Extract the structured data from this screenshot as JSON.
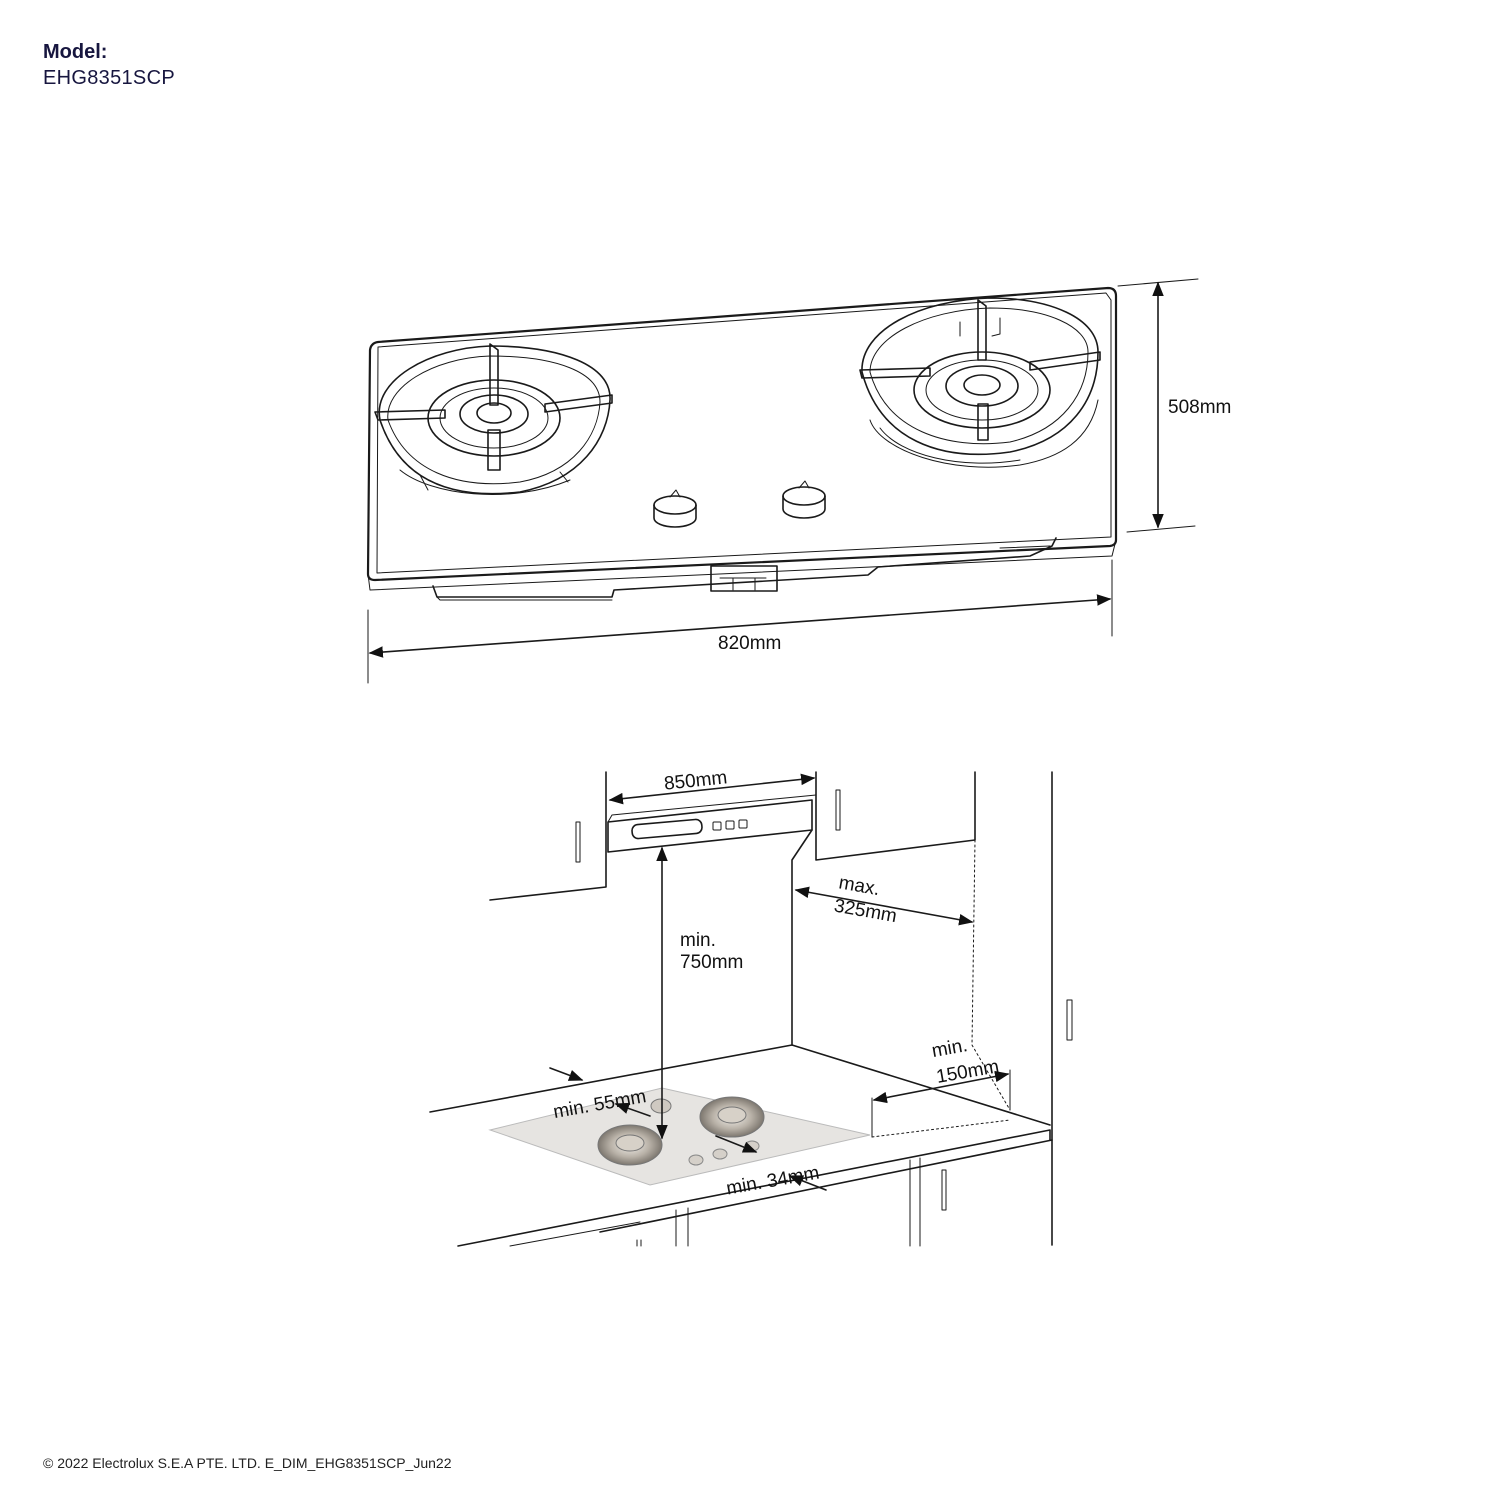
{
  "header": {
    "model_label": "Model:",
    "model_code": "EHG8351SCP"
  },
  "top_view": {
    "dim_height": "508mm",
    "dim_width": "820mm"
  },
  "installation": {
    "dim_hood_width": "850mm",
    "dim_max_label": "max.",
    "dim_max_value": "325mm",
    "dim_height_label": "min.",
    "dim_height_value": "750mm",
    "dim_side_label": "min.",
    "dim_side_value": "150mm",
    "dim_back": "min. 55mm",
    "dim_front": "min. 34mm"
  },
  "footer": {
    "copyright": "© 2022 Electrolux S.E.A PTE. LTD. E_DIM_EHG8351SCP_Jun22"
  }
}
